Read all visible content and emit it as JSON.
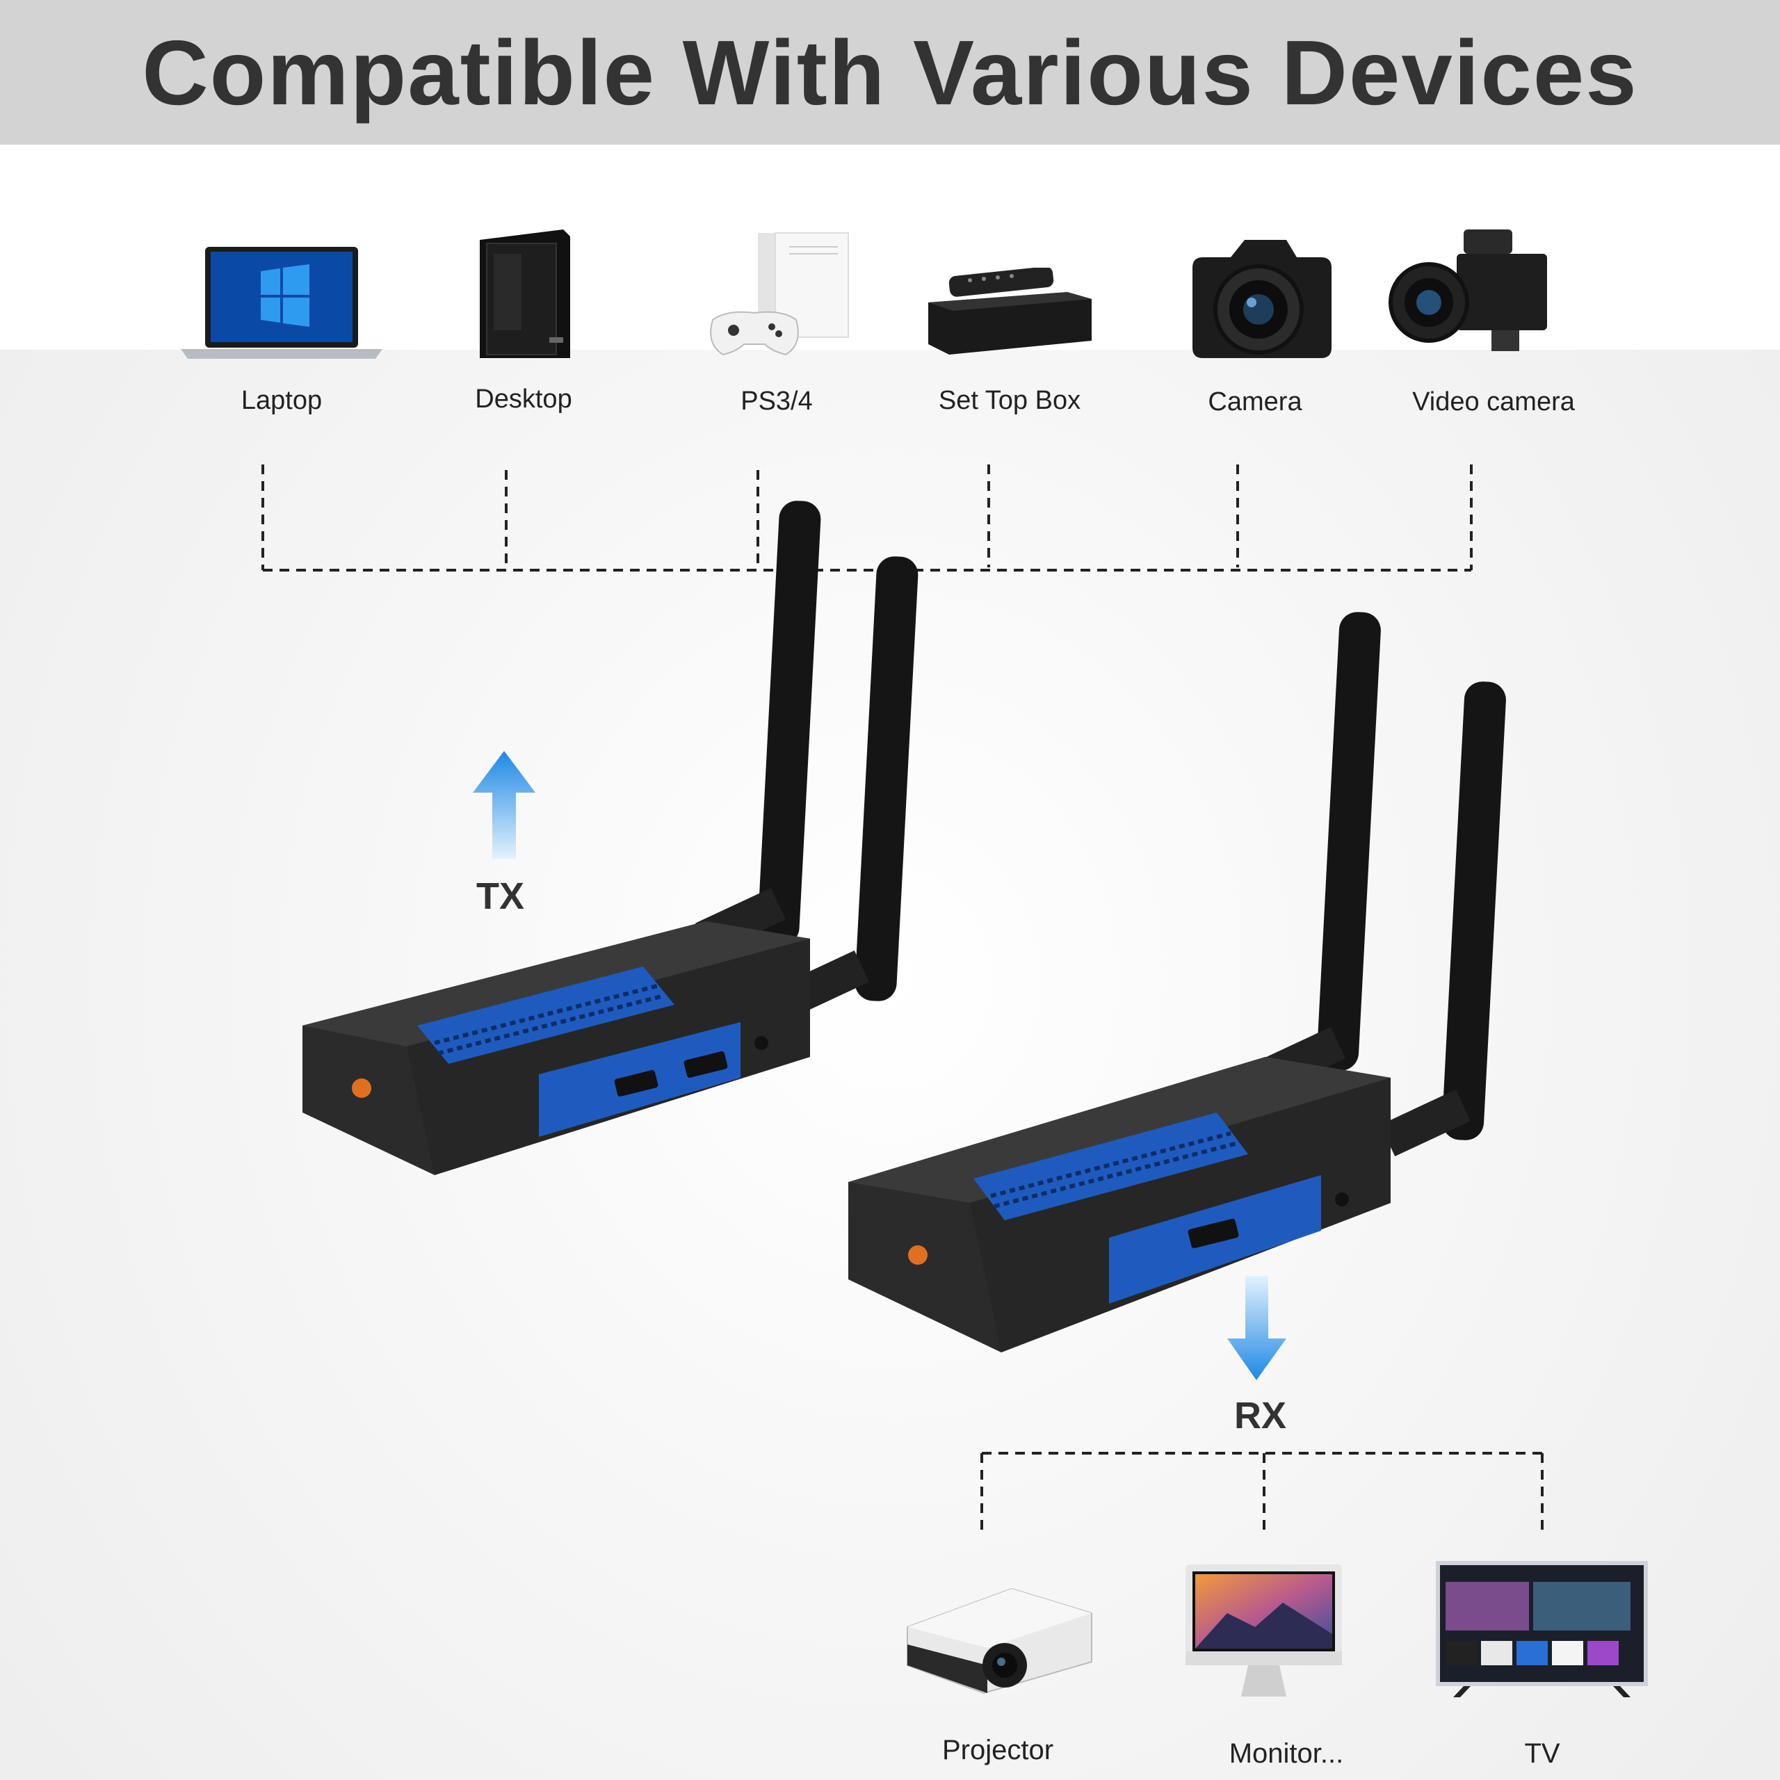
{
  "header": {
    "title": "Compatible With Various Devices"
  },
  "source_devices": [
    {
      "label": "Laptop",
      "icon": "laptop-icon"
    },
    {
      "label": "Desktop",
      "icon": "desktop-tower-icon"
    },
    {
      "label": "PS3/4",
      "icon": "game-console-icon"
    },
    {
      "label": "Set Top Box",
      "icon": "set-top-box-icon"
    },
    {
      "label": "Camera",
      "icon": "dslr-camera-icon"
    },
    {
      "label": "Video camera",
      "icon": "video-camera-icon"
    }
  ],
  "transmitter": {
    "tag": "TX"
  },
  "receiver": {
    "tag": "RX"
  },
  "display_devices": [
    {
      "label": "Projector",
      "icon": "projector-icon"
    },
    {
      "label": "Monitor...",
      "icon": "monitor-icon"
    },
    {
      "label": "TV",
      "icon": "tv-icon"
    }
  ],
  "colors": {
    "banner_bg": "#d3d3d3",
    "title_text": "#333333",
    "device_body": "#2b2b2b",
    "panel_blue": "#1f5bbf",
    "arrow_blue": "#1e88e5",
    "accent_orange": "#e07020"
  }
}
